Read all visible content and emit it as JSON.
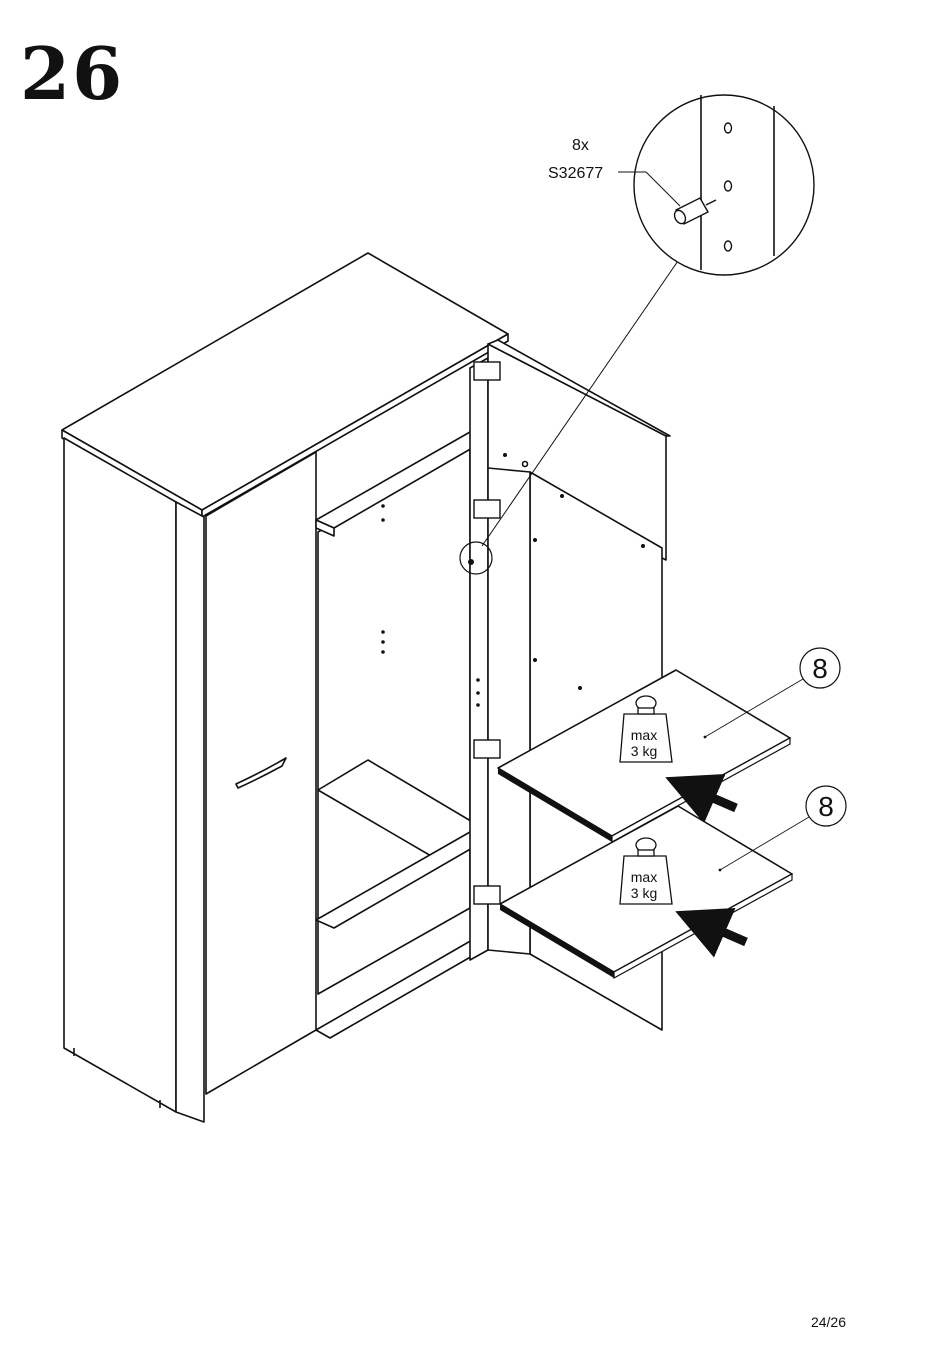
{
  "step": {
    "number": "26"
  },
  "hardware": {
    "quantity": "8x",
    "part_code": "S32677"
  },
  "shelves": [
    {
      "part_number": "8",
      "weight_line1": "max",
      "weight_line2": "3 kg"
    },
    {
      "part_number": "8",
      "weight_line1": "max",
      "weight_line2": "3 kg"
    }
  ],
  "footer": {
    "page": "24/26"
  }
}
